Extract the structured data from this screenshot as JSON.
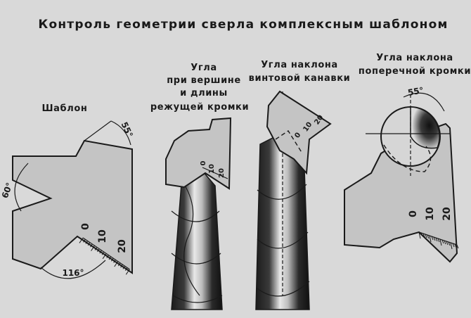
{
  "title": "Контроль геометрии сверла комплексным шаблоном",
  "captions": {
    "template": "Шаблон",
    "tip_line1": "Угла",
    "tip_line2": "при вершине",
    "tip_line3": "и длины",
    "tip_line4": "режущей кромки",
    "helix_line1": "Угла наклона",
    "helix_line2": "винтовой канавки",
    "chisel_line1": "Угла наклона",
    "chisel_line2": "поперечной кромки"
  },
  "angles": {
    "sixty": "60°",
    "fifty_five": "55°",
    "one_sixteen": "116°",
    "chisel_fifty_five": "55°"
  },
  "scale_labels": {
    "zero": "0",
    "ten": "10",
    "twenty": "20"
  }
}
